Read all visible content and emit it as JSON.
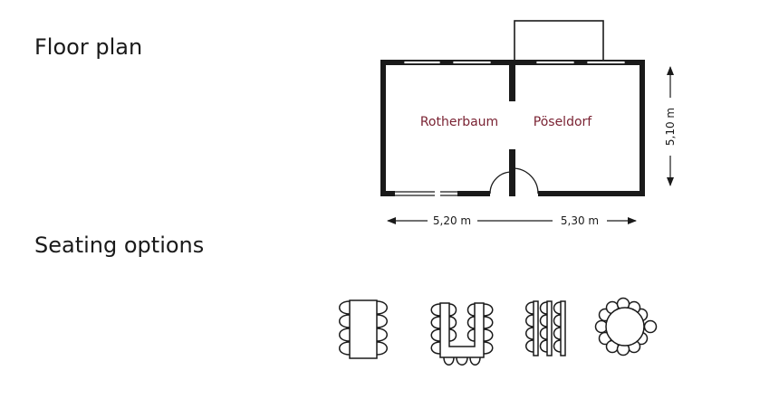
{
  "sections": {
    "floor_plan_title": "Floor plan",
    "seating_title": "Seating options"
  },
  "rooms": [
    {
      "name": "Rotherbaum"
    },
    {
      "name": "Pöseldorf"
    }
  ],
  "dimensions": {
    "width_left": "5,20 m",
    "width_right": "5,30 m",
    "depth": "5,10 m"
  },
  "seating_options": [
    {
      "icon": "boardroom-table-icon"
    },
    {
      "icon": "u-shape-table-icon"
    },
    {
      "icon": "classroom-rows-icon"
    },
    {
      "icon": "round-table-icon"
    }
  ],
  "colors": {
    "room_label": "#7a2333",
    "wall": "#1a1a1a",
    "text": "#1a1a1a"
  }
}
